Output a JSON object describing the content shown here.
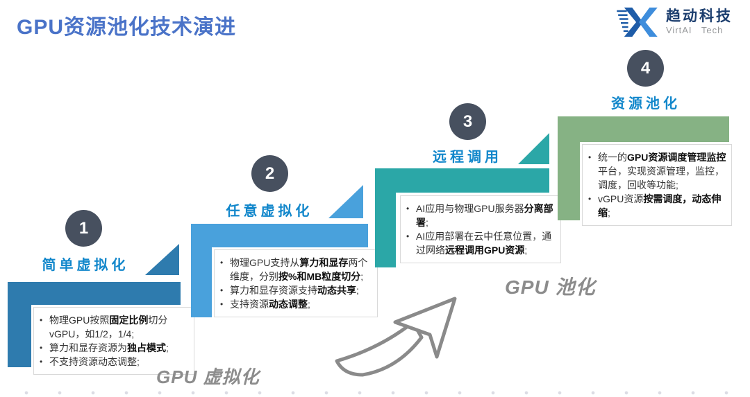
{
  "slide": {
    "title": "GPU资源池化技术演进",
    "stage_label_left": "GPU 虚拟化",
    "stage_label_right": "GPU 池化"
  },
  "logo": {
    "company_cn": "趋动科技",
    "company_en": "VirtAI Tech"
  },
  "colors": {
    "main_title": "#4A73C8",
    "step_title": "#1287CB",
    "circle": "#47505F",
    "label_gray": "#8C8C8C",
    "arrow_gray": "#8A8A8A",
    "box_border": "#D9D9D9",
    "logo_navy": "#1C3E6E",
    "logo_blue_dark": "#1E5CA8",
    "logo_blue_light": "#3E8DDC",
    "logo_text_gray": "#97999B"
  },
  "steps": [
    {
      "number": "1",
      "title": "简单虚拟化",
      "color": "#2E7BAE",
      "bullets": [
        [
          {
            "t": "物理GPU按照"
          },
          {
            "t": "固定比例",
            "b": true
          },
          {
            "t": "切分vGPU，如1/2，1/4;"
          }
        ],
        [
          {
            "t": "算力和显存资源为"
          },
          {
            "t": "独占模式",
            "b": true
          },
          {
            "t": ";"
          }
        ],
        [
          {
            "t": "不支持资源动态调整;"
          }
        ]
      ]
    },
    {
      "number": "2",
      "title": "任意虚拟化",
      "color": "#49A1DC",
      "bullets": [
        [
          {
            "t": "物理GPU支持从"
          },
          {
            "t": "算力和显存",
            "b": true
          },
          {
            "t": "两个维度，分别"
          },
          {
            "t": "按%和MB粒度切分",
            "b": true
          },
          {
            "t": ";"
          }
        ],
        [
          {
            "t": "算力和显存资源支持"
          },
          {
            "t": "动态共享",
            "b": true
          },
          {
            "t": ";"
          }
        ],
        [
          {
            "t": "支持资源"
          },
          {
            "t": "动态调整",
            "b": true
          },
          {
            "t": ";"
          }
        ]
      ]
    },
    {
      "number": "3",
      "title": "远程调用",
      "color": "#2BA7A7",
      "bullets": [
        [
          {
            "t": "AI应用与物理GPU服务器"
          },
          {
            "t": "分离部署",
            "b": true
          },
          {
            "t": ";"
          }
        ],
        [
          {
            "t": "AI应用部署在云中任意位置，通过网络"
          },
          {
            "t": "远程调用GPU资源",
            "b": true
          },
          {
            "t": ";"
          }
        ]
      ]
    },
    {
      "number": "4",
      "title": "资源池化",
      "color": "#86B284",
      "bullets": [
        [
          {
            "t": "统一的"
          },
          {
            "t": "GPU资源调度管理监控",
            "b": true
          },
          {
            "t": "平台，实现资源管理，监控，调度，回收等功能;"
          }
        ],
        [
          {
            "t": "vGPU资源"
          },
          {
            "t": "按需调度，动态伸缩",
            "b": true
          },
          {
            "t": ";"
          }
        ]
      ]
    }
  ]
}
